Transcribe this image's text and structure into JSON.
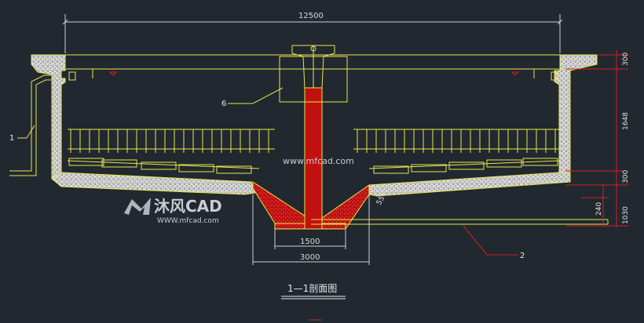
{
  "dimensions": {
    "overall_width": "12500",
    "inner_1500": "1500",
    "inner_3000": "3000",
    "right_300_top": "300",
    "right_1648": "1648",
    "right_300_mid": "300",
    "right_240": "240",
    "right_1030": "1030",
    "slope_55": "55°"
  },
  "labels": {
    "callout_1": "1",
    "callout_2": "2",
    "callout_6": "6",
    "section_title": "1—1剖面图"
  },
  "watermarks": {
    "url_center": "www.mfcad.com",
    "brand_cn": "沐风CAD",
    "brand_url": "WWW.mfcad.com"
  },
  "colors": {
    "background": "#212830",
    "concrete": "#ffffff",
    "drawing_lines": "#e6e64a",
    "dimension_red": "#d42020",
    "sludge_fill": "#c01010"
  }
}
